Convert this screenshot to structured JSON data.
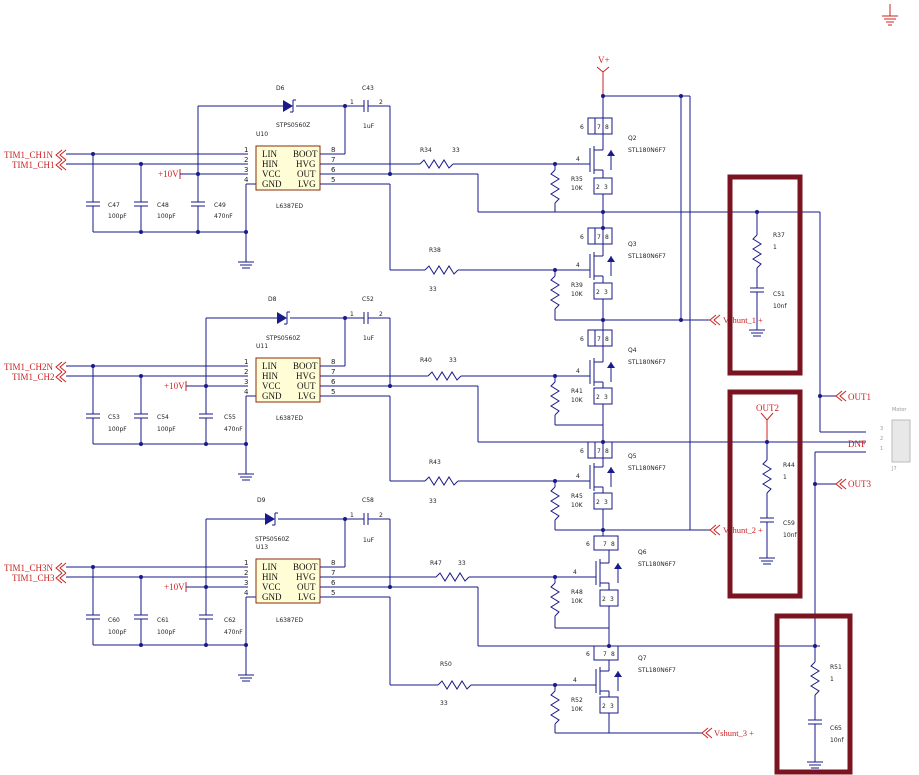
{
  "nets": {
    "tim1_ch1n": "TIM1_CH1N",
    "tim1_ch1": "TIM1_CH1",
    "tim1_ch2n": "TIM1_CH2N",
    "tim1_ch2": "TIM1_CH2",
    "tim1_ch3n": "TIM1_CH3N",
    "tim1_ch3": "TIM1_CH3",
    "plus10v": "+10V",
    "vplus": "V+",
    "vshunt1": "Vshunt_1 +",
    "vshunt2": "Vshunt_2 +",
    "vshunt3": "Vshunt_3 +",
    "out1": "OUT1",
    "out2": "OUT2",
    "out3": "OUT3",
    "dnf": "DNF"
  },
  "drivers": [
    {
      "ref": "U10",
      "part": "L6387ED",
      "diode_ref": "D6",
      "diode_part": "STPS0560Z",
      "boot_cap_ref": "C43",
      "boot_cap_val": "1uF",
      "caps": [
        {
          "ref": "C47",
          "val": "100pF"
        },
        {
          "ref": "C48",
          "val": "100pF"
        },
        {
          "ref": "C49",
          "val": "470nF"
        }
      ]
    },
    {
      "ref": "U11",
      "part": "L6387ED",
      "diode_ref": "D8",
      "diode_part": "STPS0560Z",
      "boot_cap_ref": "C52",
      "boot_cap_val": "1uF",
      "caps": [
        {
          "ref": "C53",
          "val": "100pF"
        },
        {
          "ref": "C54",
          "val": "100pF"
        },
        {
          "ref": "C55",
          "val": "470nF"
        }
      ]
    },
    {
      "ref": "U13",
      "part": "L6387ED",
      "diode_ref": "D9",
      "diode_part": "STPS0560Z",
      "boot_cap_ref": "C58",
      "boot_cap_val": "1uF",
      "caps": [
        {
          "ref": "C60",
          "val": "100pF"
        },
        {
          "ref": "C61",
          "val": "100pF"
        },
        {
          "ref": "C62",
          "val": "470nF"
        }
      ]
    }
  ],
  "pins_left": [
    "LIN",
    "HIN",
    "VCC",
    "GND"
  ],
  "pins_right": [
    "BOOT",
    "HVG",
    "OUT",
    "LVG"
  ],
  "pin_nums_left": [
    "1",
    "2",
    "3",
    "4"
  ],
  "pin_nums_right": [
    "8",
    "7",
    "6",
    "5"
  ],
  "gate_resistors": [
    {
      "ref": "R34",
      "val": "33"
    },
    {
      "ref": "R38",
      "val": "33"
    },
    {
      "ref": "R40",
      "val": "33"
    },
    {
      "ref": "R43",
      "val": "33"
    },
    {
      "ref": "R47",
      "val": "33"
    },
    {
      "ref": "R50",
      "val": "33"
    }
  ],
  "mosfets": [
    {
      "ref": "Q2",
      "part": "STL180N6F7",
      "pull_ref": "R35",
      "pull_val": "10K"
    },
    {
      "ref": "Q3",
      "part": "STL180N6F7",
      "pull_ref": "R39",
      "pull_val": "10K"
    },
    {
      "ref": "Q4",
      "part": "STL180N6F7",
      "pull_ref": "R41",
      "pull_val": "10K"
    },
    {
      "ref": "Q5",
      "part": "STL180N6F7",
      "pull_ref": "R45",
      "pull_val": "10K"
    },
    {
      "ref": "Q6",
      "part": "STL180N6F7",
      "pull_ref": "R48",
      "pull_val": "10K"
    },
    {
      "ref": "Q7",
      "part": "STL180N6F7",
      "pull_ref": "R52",
      "pull_val": "10K"
    }
  ],
  "snubbers": [
    {
      "r_ref": "R37",
      "r_val": "1",
      "c_ref": "C51",
      "c_val": "10nf"
    },
    {
      "r_ref": "R44",
      "r_val": "1",
      "c_ref": "C59",
      "c_val": "10nf"
    },
    {
      "r_ref": "R51",
      "r_val": "1",
      "c_ref": "C65",
      "c_val": "10nf"
    }
  ],
  "connector": {
    "title": "Motor",
    "ref": "J7",
    "pins": [
      "3",
      "2",
      "1"
    ]
  },
  "highlight_color": "#7a1420",
  "wire_color": "#1a1a8a",
  "net_label_color": "#cc2222"
}
